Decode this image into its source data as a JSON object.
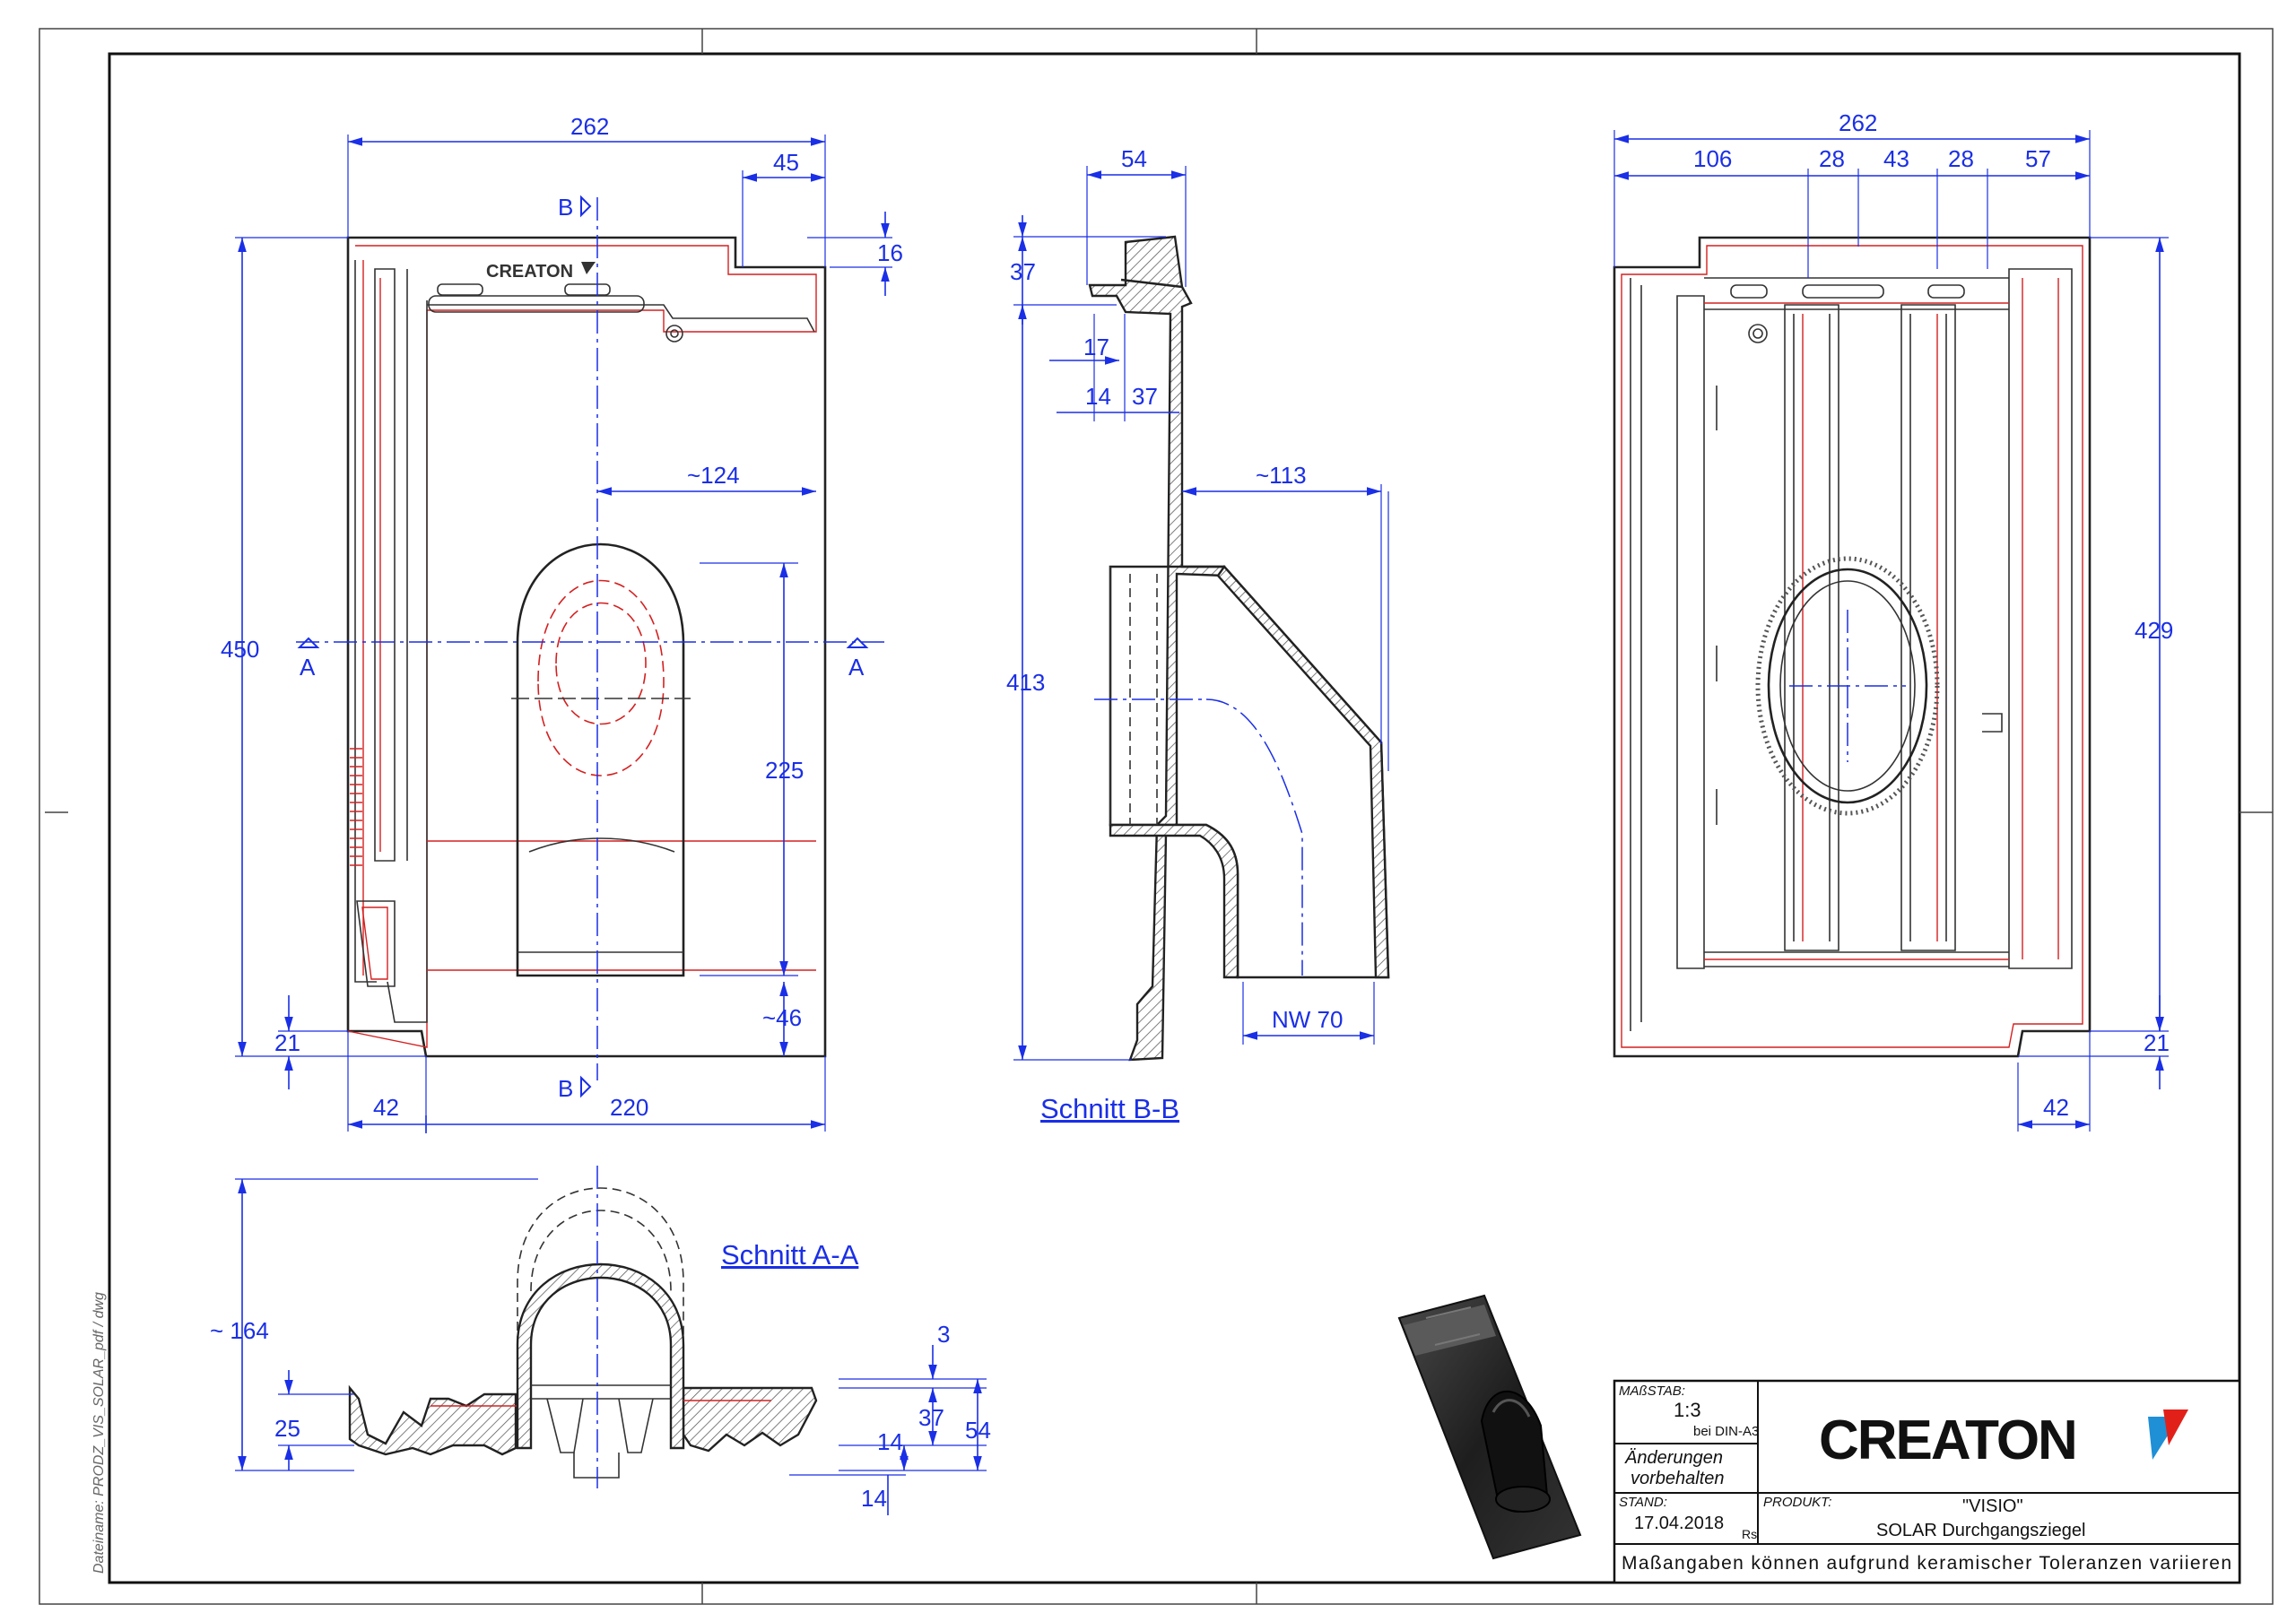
{
  "colors": {
    "dimension": "#1a2fe6",
    "object_line": "#222222",
    "inner_line": "#d42020",
    "brand_red": "#e2201a",
    "brand_blue": "#1f8fd6"
  },
  "sidebar": {
    "filename": "Dateiname: PRODZ_VIS_SOLAR_pdf / dwg"
  },
  "front_view": {
    "width_total": "262",
    "width_right": "45",
    "top_step": "16",
    "height_total": "450",
    "offset_vertical": "~124",
    "opening_height": "225",
    "bottom_offset": "~46",
    "bottom_lap": "21",
    "left_lap": "42",
    "width_inner": "220",
    "section_marker_b": "B",
    "section_marker_a": "A",
    "logo_text": "CREATON"
  },
  "section_bb": {
    "title": "Schnitt B-B",
    "width_top": "54",
    "top_height": "37",
    "dim_17": "17",
    "dim_14": "14",
    "dim_37": "37",
    "offset": "~113",
    "height_total": "413",
    "nominal_width": "NW 70"
  },
  "rear_view": {
    "width_total": "262",
    "seg_1": "106",
    "seg_2": "28",
    "seg_3": "43",
    "seg_4": "28",
    "seg_5": "57",
    "height": "429",
    "bottom_lap": "21",
    "right_lap": "42"
  },
  "section_aa": {
    "title": "Schnitt A-A",
    "height_total": "~ 164",
    "base_height": "25",
    "dim_3": "3",
    "dim_37": "37",
    "dim_54": "54",
    "dim_14a": "14",
    "dim_14b": "14"
  },
  "title_block": {
    "scale_label": "MAßSTAB:",
    "scale_value": "1:3",
    "scale_note": "bei DIN-A3",
    "changes_line1": "Änderungen",
    "changes_line2": "vorbehalten",
    "stand_label": "STAND:",
    "stand_date": "17.04.2018",
    "stand_initials": "Rs",
    "product_label": "PRODUKT:",
    "product_name": "\"VISIO\"",
    "product_sub": "SOLAR Durchgangsziegel",
    "brand": "CREATON",
    "footer": "Maßangaben können aufgrund keramischer Toleranzen variieren"
  }
}
